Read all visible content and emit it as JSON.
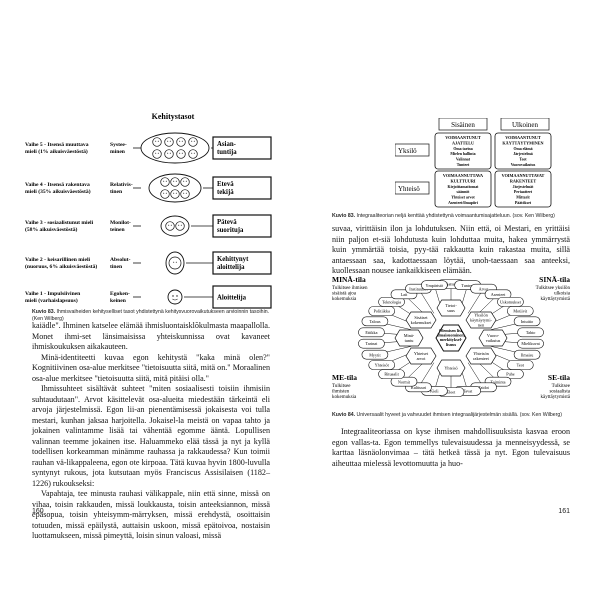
{
  "left_page": {
    "page_number": "160",
    "figure": {
      "title": "Kehitystasot",
      "stages": [
        {
          "label_lines": [
            "Vaihe 5 - Itsensä muuttava",
            "mieli (1% aikuisväestöstä)"
          ],
          "type_lines": [
            "Systee-",
            "minen"
          ],
          "role_lines": [
            "Asian-",
            "tuntija"
          ]
        },
        {
          "label_lines": [
            "Vaihe 4 - Itsensä rakentava",
            "mieli (35% aikuisväestöstä)"
          ],
          "type_lines": [
            "Relativis-",
            "tinen"
          ],
          "role_lines": [
            "Etevä",
            "tekijä"
          ]
        },
        {
          "label_lines": [
            "Vaihe 3 - sosiaalistunut mieli",
            "(58% aikuisväestöstä)"
          ],
          "type_lines": [
            "Monilot-",
            "teinen"
          ],
          "role_lines": [
            "Pätevä",
            "suorituja"
          ]
        },
        {
          "label_lines": [
            "Vaihe 2 - keisarillinen mieli",
            "(nuoruus, 6% aikuisväestöstä)"
          ],
          "type_lines": [
            "Absolut-",
            "tinen"
          ],
          "role_lines": [
            "Kehittynyt",
            "aloittelija"
          ]
        },
        {
          "label_lines": [
            "Vaihe 1 - Impulsiivinen",
            "mieli (varhaislapsuus)"
          ],
          "type_lines": [
            "Egoken-",
            "keinen"
          ],
          "role_lines": [
            "Aloittelija"
          ]
        }
      ]
    },
    "caption_label": "Kuvio 83.",
    "caption_text": "Ihmisvaiheiden kehityselliset tasot yhdistettynä kehitysvuorovaikutukseen arvioinnin tasoihin. (Ken Wilberg)",
    "paragraphs": [
      "kaiädle\". Ihminen katselee elämää ihmisluontaisklõkulmasta maapallolla. Monet ihmi-set länsimaisissa yhteiskunnissa ovat kavaneet ihmiskoukuksen aikakauteen.",
      "Minä-identiteetti kuvaa egon kehitystä \"kaka minä olen?\" Kognitiivinen osa-alue merkitsee \"tietoisuutta siitä, mitä on.\" Moraalinen osa-alue merkitsee \"tietoisuutta siitä, mitä pitäisi olla.\"",
      "Ihmissuhteet sisältävät suhteet \"miten sosiaalisesti toisiin ihmisiin suhtaudutaan\". Arvot käsittelevät osa-alueita miedestään tärkeintä eli arvoja järjestelmissä. Egon lii-an pienentämisessä jokaisesta voi tulla mestari, kunhan jaksaa harjoitella. Jokaisel-la meistä on vapaa tahto ja jokainen valintamme lisää tai vähentää egomme ääntä. Lopullisen valinnan teemme jokainen itse. Haluammeko elää tässä ja nyt ja kyllä todellisen korkeamman minämme rauhassa ja rakkaudessa? Kun toimii rauhan vä-likappaleena, egon ote kirpoaa. Tätä kuvaa hyvin 1800-luvulla syntynyt rukous, jota kutsutaan myös Franciscus Assisilaisen (1182–1226) rukoukseksi:",
      "Vapahtaja, tee minusta rauhasi välikappale, niin että sinne, missä on vihaa, toisin rakkauden, missä loukkausta, toisin anteeksiannon, missä epäsopua, toisin yhteisymm-märryksen, missä erehdystä, osoittaisin totuuden, missä epäilystä, auttaisin uskoon, missä epätoivoa, nostaisin luottamukseen, missä pimeyttä, loisin sinun valoasi, missä"
    ]
  },
  "right_page": {
    "page_number": "161",
    "figure1": {
      "col_left": "Sisäinen",
      "col_right": "Ulkoinen",
      "row_top": "Yksilö",
      "row_bottom": "Yhteisö",
      "quadrants": [
        [
          "VOIMAANTUNUT",
          "AJATTELU",
          "Oma tarina",
          "Mielen hallinta",
          "Valinnat",
          "Tunteet"
        ],
        [
          "VOIMAANTUNUT",
          "KÄYTTÄYTYMINEN",
          "Oma elämä",
          "Järjestelmä",
          "Teot",
          "Vuorovaikutus"
        ],
        [
          "VOIMAANNUTTAVA",
          "KULTTUURI",
          "Kirjoittamattomat",
          "säännöt",
          "Yhteiset arvot",
          "Asenteet/ilmapiiri"
        ],
        [
          "VOIMAANNUTTAVAT",
          "RAKENTEET",
          "Järjestelmät",
          "Periaatteet",
          "Mittarit",
          "Päätökset"
        ]
      ]
    },
    "caption1_label": "Kuvio 83.",
    "caption1_text": "Integraaliteorian neljä kenttää yhdistettynä voimaantumisajatteluun. (sov. Ken Wilberg)",
    "paragraph1": "suvaa, virittäisin ilon ja lohdutuksen. Niin että, oi Mestari, en yrittäisi niin paljon et-siä lohdutusta kuin lohduttaa muita, hakea ymmärrystä kuin ymmärtää toisia, pyy-tää rakkautta kuin rakastaa muita, sillä antaessaan saa, kadottaessaan löytää, unoh-taessaan saa anteeksi, kuollessaan nousee iankaikkiseen elämään.",
    "figure2": {
      "q_tl_title": "MINÄ-tila",
      "q_tl_sub": [
        "Tulkitsee ihmisen",
        "sisäistä ajoa",
        "kokemuksia"
      ],
      "q_tr_title": "SINÄ-tila",
      "q_tr_sub": [
        "Tulkitsee yksilön",
        "ulkoisia",
        "käyttäytymistä"
      ],
      "q_bl_title": "ME-tila",
      "q_bl_sub": [
        "Tulkitsee",
        "ihmisten",
        "kokemuksia"
      ],
      "q_br_title": "SE-tila",
      "q_br_sub": [
        "Tulkitsee",
        "sosiaalista",
        "käyttäytymistä"
      ],
      "center_lines": [
        "Olemisen lisi,",
        "ilmaisuominen,",
        "merkityksel-",
        "lisuus"
      ],
      "hex_tl": [
        "Sisäiset",
        "kokemukset"
      ],
      "hex_tr": [
        "Yksilön",
        "käyttäytymi-",
        "nen"
      ],
      "hex_bl": [
        "Yhteiset",
        "arvot"
      ],
      "hex_br": [
        "Yhteisön",
        "rakenteet"
      ],
      "hex_top": [
        "Tietoi-",
        "suus"
      ],
      "hex_bottom": [
        "Yhteisö"
      ],
      "hex_left": [
        "Minä-",
        "tuntu"
      ],
      "hex_right": [
        "Vuoro-",
        "vaikutus"
      ],
      "bubbles": [
        "Ajattelu",
        "Tunteet",
        "Arvot",
        "Asenteet",
        "Uskomukset",
        "Motiivit",
        "Intuitio",
        "Tahto",
        "Mielikuvat",
        "Ilmaisu",
        "Teot",
        "Puhe",
        "Toiminta",
        "Taidot",
        "Tavat",
        "Eleet",
        "Kieli",
        "Kulttuuri",
        "Normit",
        "Rituaalit",
        "Yhteisöt",
        "Myytit",
        "Tarinat",
        "Etiikka",
        "Talous",
        "Politiikka",
        "Teknologia",
        "Lait",
        "Instituutiot",
        "Ympäristö"
      ]
    },
    "caption2_label": "Kuvio 84.",
    "caption2_text": "Universaalit hyveet ja vahvuudet ihmisen integraalijärjestelmän sisällä. (sov. Ken Wilberg)",
    "paragraph2": [
      "Integraaliteoriassa on kyse ihmisen mahdollisuuksista kasvaa eroon egon vallas-ta. Egon temmellys tulevaisuudessa ja menneisyydessä, se karttaa läsnäolonvimaa – tätä hetkeä tässä ja nyt. Egon tulevaisuus aiheuttaa mielessä levottomuutta ja huo-"
    ]
  }
}
